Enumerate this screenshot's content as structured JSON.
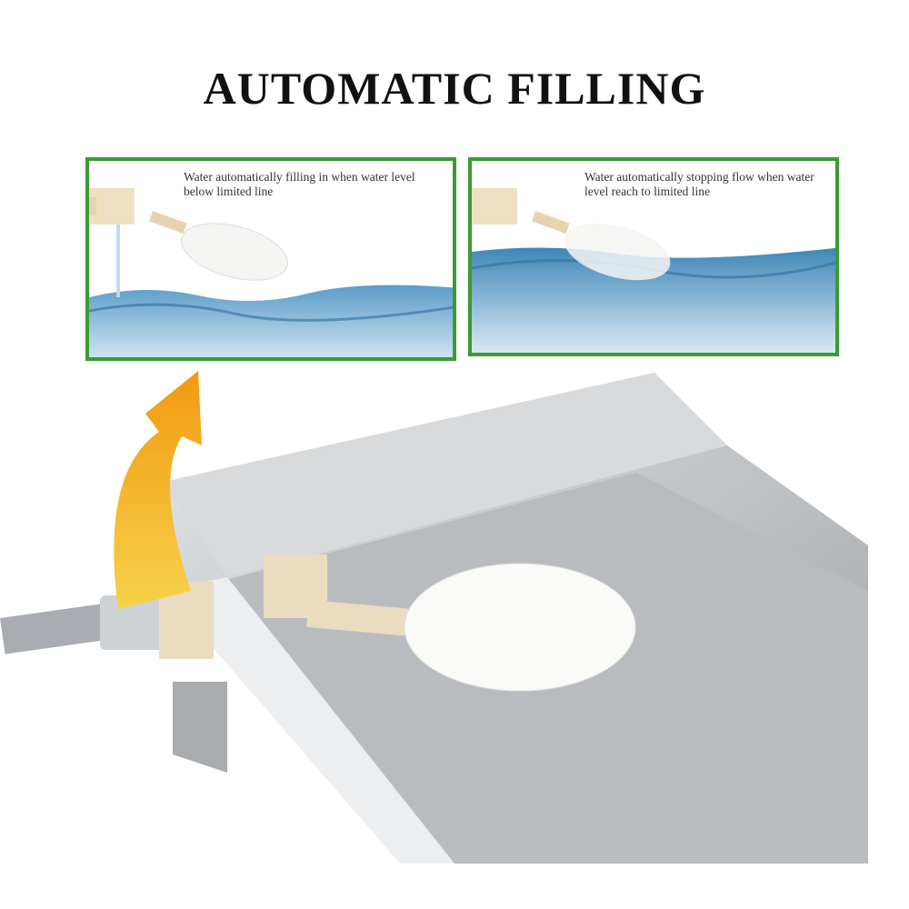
{
  "title": "AUTOMATIC FILLING",
  "panels": [
    {
      "caption": "Water automatically filling in when water level below limited line"
    },
    {
      "caption": "Water automatically stopping flow when water level reach to limited line"
    }
  ],
  "colors": {
    "frame": "#3a9b32",
    "water": "#3f86b8",
    "arrow": "#f2a516",
    "steel": "#c9cbcd"
  }
}
